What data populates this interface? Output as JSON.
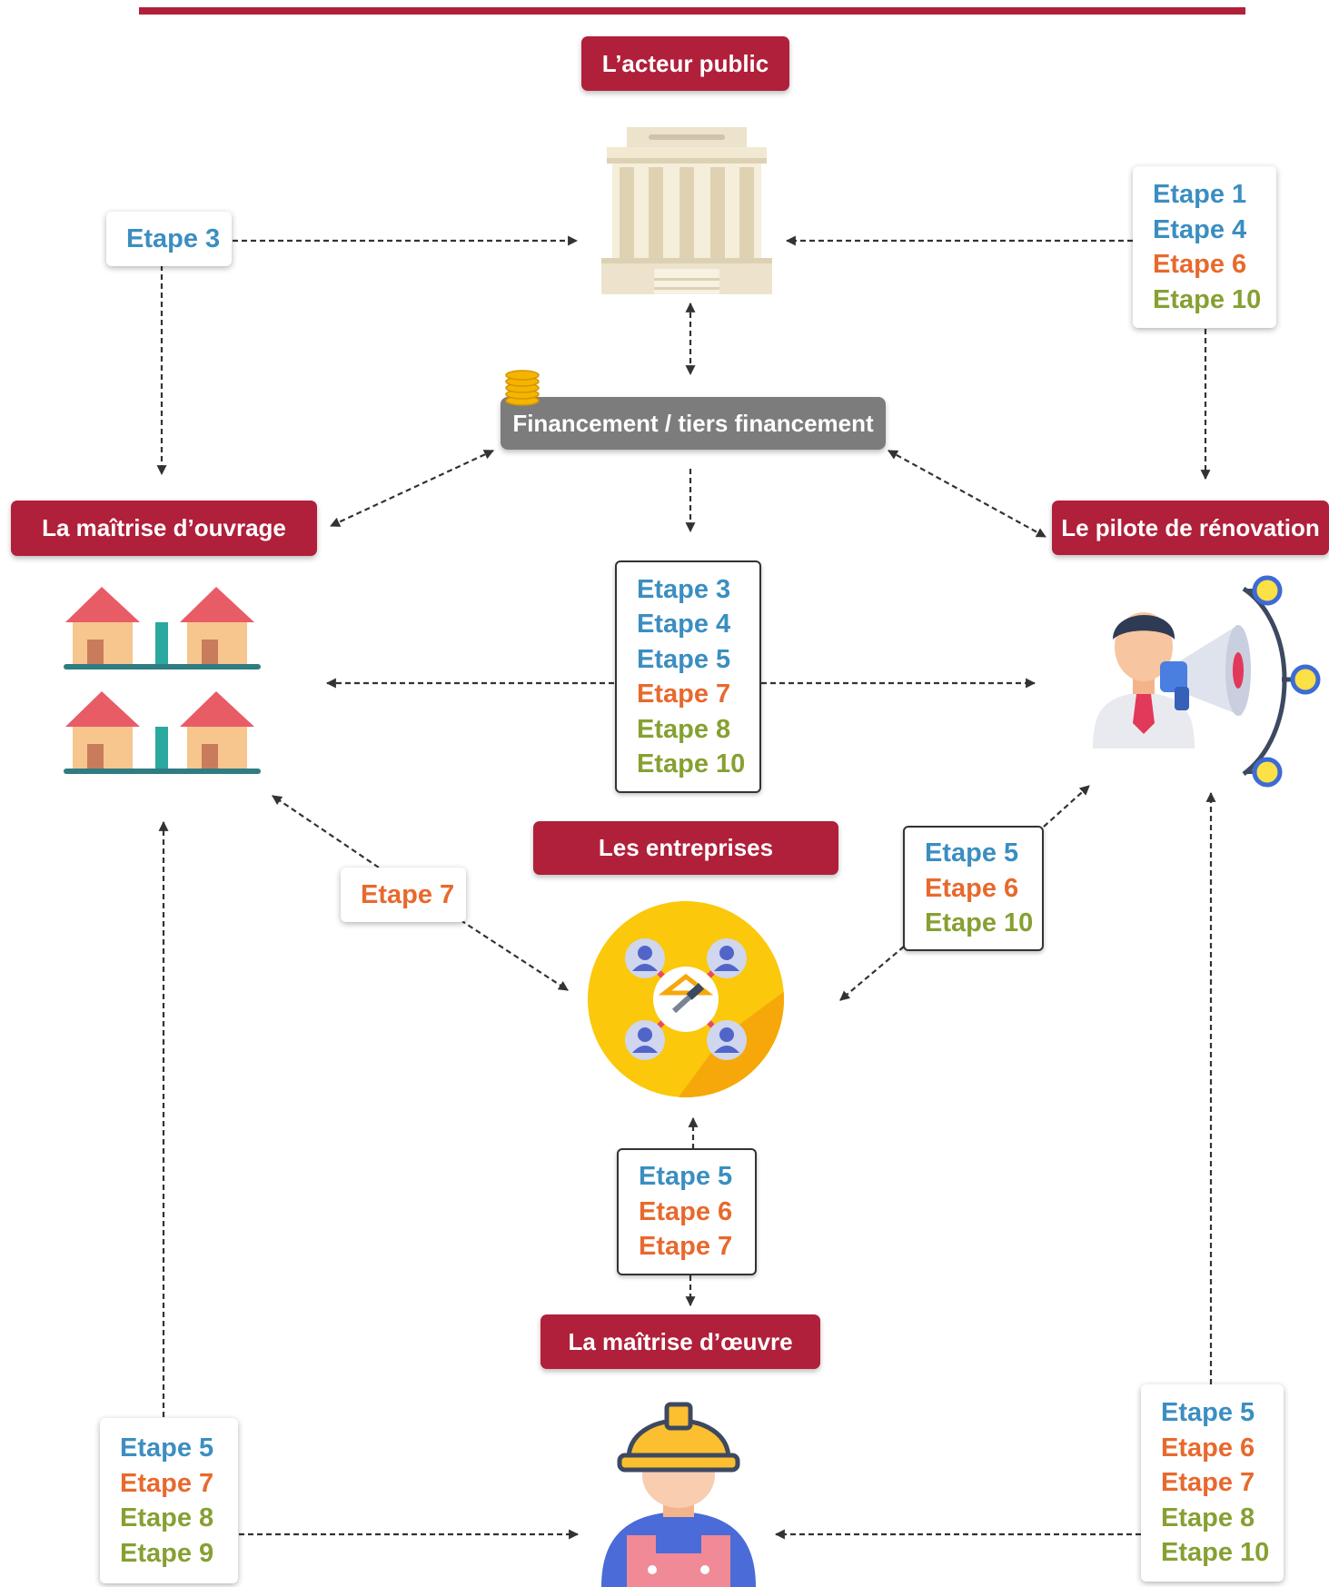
{
  "roles": {
    "public_actor": "L’acteur public",
    "financing": "Financement / tiers financement",
    "owner": "La maîtrise d’ouvrage",
    "pilot": "Le pilote de rénovation",
    "companies": "Les entreprises",
    "contractor": "La maîtrise d’œuvre"
  },
  "boxes": {
    "topleft": [
      {
        "text": "Etape 3",
        "color": "blue"
      }
    ],
    "topright": [
      {
        "text": "Etape 1",
        "color": "blue"
      },
      {
        "text": "Etape 4",
        "color": "blue"
      },
      {
        "text": "Etape 6",
        "color": "orange"
      },
      {
        "text": "Etape 10",
        "color": "green"
      }
    ],
    "center": [
      {
        "text": "Etape 3",
        "color": "blue"
      },
      {
        "text": "Etape 4",
        "color": "blue"
      },
      {
        "text": "Etape 5",
        "color": "blue"
      },
      {
        "text": "Etape 7",
        "color": "orange"
      },
      {
        "text": "Etape 8",
        "color": "green"
      },
      {
        "text": "Etape 10",
        "color": "green"
      }
    ],
    "midleft": [
      {
        "text": "Etape 7",
        "color": "orange"
      }
    ],
    "midright": [
      {
        "text": "Etape 5",
        "color": "blue"
      },
      {
        "text": "Etape 6",
        "color": "orange"
      },
      {
        "text": "Etape 10",
        "color": "green"
      }
    ],
    "lowcenter": [
      {
        "text": "Etape 5",
        "color": "blue"
      },
      {
        "text": "Etape 6",
        "color": "orange"
      },
      {
        "text": "Etape 7",
        "color": "orange"
      }
    ],
    "bottomleft": [
      {
        "text": "Etape 5",
        "color": "blue"
      },
      {
        "text": "Etape 7",
        "color": "orange"
      },
      {
        "text": "Etape 8",
        "color": "green"
      },
      {
        "text": "Etape 9",
        "color": "green"
      }
    ],
    "bottomright": [
      {
        "text": "Etape 5",
        "color": "blue"
      },
      {
        "text": "Etape 6",
        "color": "orange"
      },
      {
        "text": "Etape 7",
        "color": "orange"
      },
      {
        "text": "Etape 8",
        "color": "green"
      },
      {
        "text": "Etape 10",
        "color": "green"
      }
    ]
  },
  "colors": {
    "role_bg": "#b0203a",
    "financing_bg": "#7c7c7c",
    "blue": "#3b8ec1",
    "orange": "#e8692d",
    "green": "#86a032"
  },
  "icons": {
    "public_actor": "government-building-icon",
    "financing": "coin-stack-icon",
    "owner": "houses-icon",
    "pilot": "pilot-megaphone-icon",
    "companies": "companies-network-icon",
    "contractor": "worker-helmet-icon"
  }
}
